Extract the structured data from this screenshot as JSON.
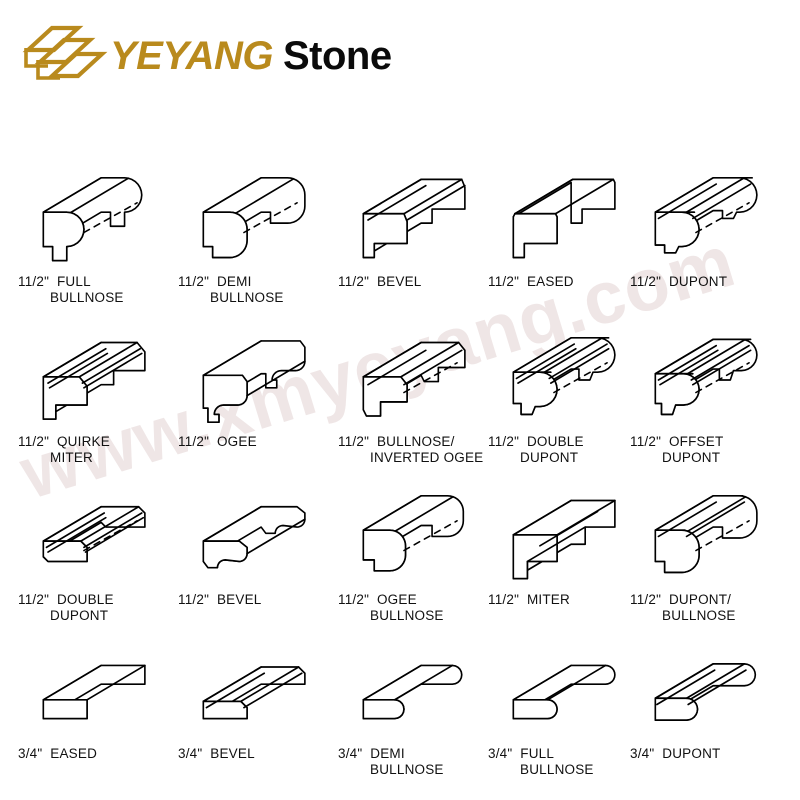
{
  "brand": {
    "name_primary": "YEYANG",
    "name_secondary": "Stone",
    "primary_color": "#b98a1d",
    "secondary_color": "#0b0b0b",
    "logo_icon": "stacked-parallelogram-frames-icon"
  },
  "watermark": {
    "text": "www.xmyeyang.com",
    "color": "#efe6e6"
  },
  "colors": {
    "background": "#ffffff",
    "line": "#000000",
    "caption": "#111111"
  },
  "grid": {
    "rows": 4,
    "columns": 5
  },
  "profiles": [
    {
      "id": "full-bullnose-1-1-2",
      "size": "11/2\"",
      "name_line1": "FULL",
      "name_line2": "BULLNOSE",
      "shape": "full-bullnose"
    },
    {
      "id": "demi-bullnose-1-1-2",
      "size": "11/2\"",
      "name_line1": "DEMI",
      "name_line2": "BULLNOSE",
      "shape": "demi-bullnose"
    },
    {
      "id": "bevel-1-1-2",
      "size": "11/2\"",
      "name_line1": "BEVEL",
      "name_line2": "",
      "shape": "bevel"
    },
    {
      "id": "eased-1-1-2",
      "size": "11/2\"",
      "name_line1": "EASED",
      "name_line2": "",
      "shape": "eased"
    },
    {
      "id": "dupont-1-1-2",
      "size": "11/2\"",
      "name_line1": "DUPONT",
      "name_line2": "",
      "shape": "dupont"
    },
    {
      "id": "quirke-miter-1-1-2",
      "size": "11/2\"",
      "name_line1": "QUIRKE",
      "name_line2": "MITER",
      "shape": "quirke-miter"
    },
    {
      "id": "ogee-1-1-2",
      "size": "11/2\"",
      "name_line1": "OGEE",
      "name_line2": "",
      "shape": "ogee"
    },
    {
      "id": "bullnose-inverted-ogee-1-1-2",
      "size": "11/2\"",
      "name_line1": "BULLNOSE/",
      "name_line2": "INVERTED OGEE",
      "shape": "bullnose-inverted-ogee"
    },
    {
      "id": "double-dupont-1-1-2",
      "size": "11/2\"",
      "name_line1": "DOUBLE",
      "name_line2": "DUPONT",
      "shape": "double-dupont-thick"
    },
    {
      "id": "offset-dupont-1-1-2",
      "size": "11/2\"",
      "name_line1": "OFFSET",
      "name_line2": "DUPONT",
      "shape": "offset-dupont"
    },
    {
      "id": "double-dupont-flat-1-1-2",
      "size": "11/2\"",
      "name_line1": "DOUBLE",
      "name_line2": "DUPONT",
      "shape": "double-dupont-flat"
    },
    {
      "id": "bevel-flat-1-1-2",
      "size": "11/2\"",
      "name_line1": "BEVEL",
      "name_line2": "",
      "shape": "bevel-ogee-flat"
    },
    {
      "id": "ogee-bullnose-1-1-2",
      "size": "11/2\"",
      "name_line1": "OGEE",
      "name_line2": "BULLNOSE",
      "shape": "ogee-bullnose"
    },
    {
      "id": "miter-1-1-2",
      "size": "11/2\"",
      "name_line1": "MITER",
      "name_line2": "",
      "shape": "miter"
    },
    {
      "id": "dupont-bullnose-1-1-2",
      "size": "11/2\"",
      "name_line1": "DUPONT/",
      "name_line2": "BULLNOSE",
      "shape": "dupont-bullnose"
    },
    {
      "id": "eased-3-4",
      "size": "3/4\"",
      "name_line1": "EASED",
      "name_line2": "",
      "shape": "thin-eased"
    },
    {
      "id": "bevel-3-4",
      "size": "3/4\"",
      "name_line1": "BEVEL",
      "name_line2": "",
      "shape": "thin-bevel"
    },
    {
      "id": "demi-bullnose-3-4",
      "size": "3/4\"",
      "name_line1": "DEMI",
      "name_line2": "BULLNOSE",
      "shape": "thin-demi-bullnose"
    },
    {
      "id": "full-bullnose-3-4",
      "size": "3/4\"",
      "name_line1": "FULL",
      "name_line2": "BULLNOSE",
      "shape": "thin-full-bullnose"
    },
    {
      "id": "dupont-3-4",
      "size": "3/4\"",
      "name_line1": "DUPONT",
      "name_line2": "",
      "shape": "thin-dupont"
    }
  ]
}
